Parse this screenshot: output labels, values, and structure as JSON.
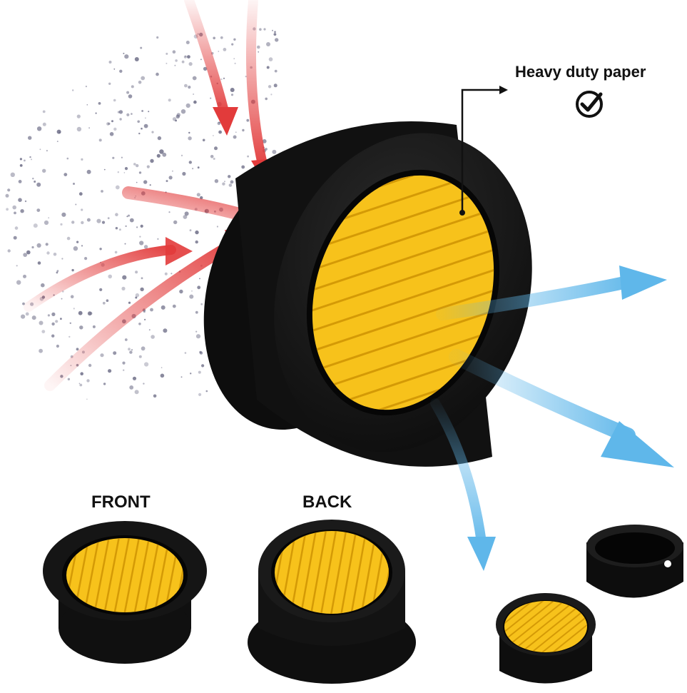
{
  "callout": {
    "text": "Heavy duty paper",
    "icon": "check-circle-icon"
  },
  "views": {
    "front": "FRONT",
    "back": "BACK"
  },
  "colors": {
    "rubber": "#121212",
    "filter_paper": "#f7c21b",
    "intake_arrow": "#e23b3b",
    "outflow_arrow": "#5fb7ea",
    "dust": "#6a6a84"
  }
}
